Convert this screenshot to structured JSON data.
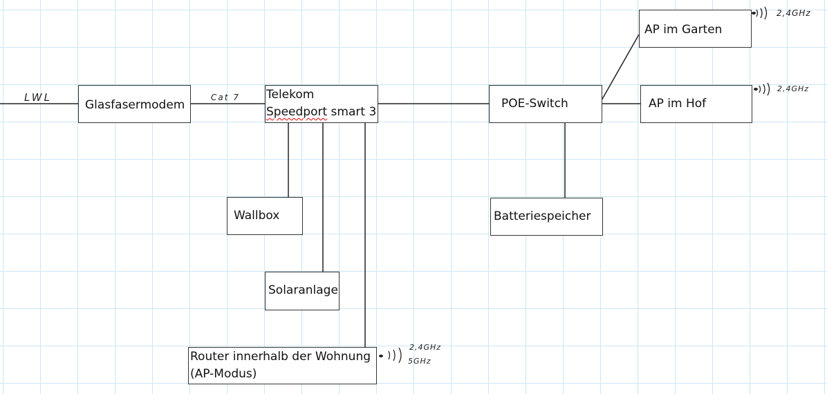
{
  "diagram": {
    "title": "Netzwerkplan",
    "nodes": {
      "modem": {
        "label": "Glasfasermodem"
      },
      "router": {
        "line1": "Telekom",
        "line2_underlined": "Speedport",
        "line2_rest": " smart 3"
      },
      "poe": {
        "label": "POE-Switch"
      },
      "ap_garten": {
        "label": "AP im Garten"
      },
      "ap_hof": {
        "label": "AP im Hof"
      },
      "wallbox": {
        "label": "Wallbox"
      },
      "solar": {
        "label": "Solaranlage"
      },
      "battery": {
        "label": "Batteriespeicher"
      },
      "inner_router": {
        "line1": "Router innerhalb der Wohnung",
        "line2": "(AP-Modus)"
      }
    },
    "edge_labels": {
      "lwl": "LWL",
      "cat": "Cat 7"
    },
    "wifi": {
      "ap_garten": {
        "symbol": "•)))",
        "bands": [
          "2,4GHz"
        ]
      },
      "ap_hof": {
        "symbol": "•)))",
        "bands": [
          "2,4GHz"
        ]
      },
      "inner_router": {
        "symbol": "•)))",
        "bands": [
          "2,4GHz",
          "5GHz"
        ]
      }
    },
    "edges": [
      [
        "input",
        "modem"
      ],
      [
        "modem",
        "router"
      ],
      [
        "router",
        "poe"
      ],
      [
        "poe",
        "ap_garten"
      ],
      [
        "poe",
        "ap_hof"
      ],
      [
        "poe",
        "battery"
      ],
      [
        "router",
        "wallbox"
      ],
      [
        "router",
        "solar"
      ],
      [
        "router",
        "inner_router"
      ]
    ]
  }
}
